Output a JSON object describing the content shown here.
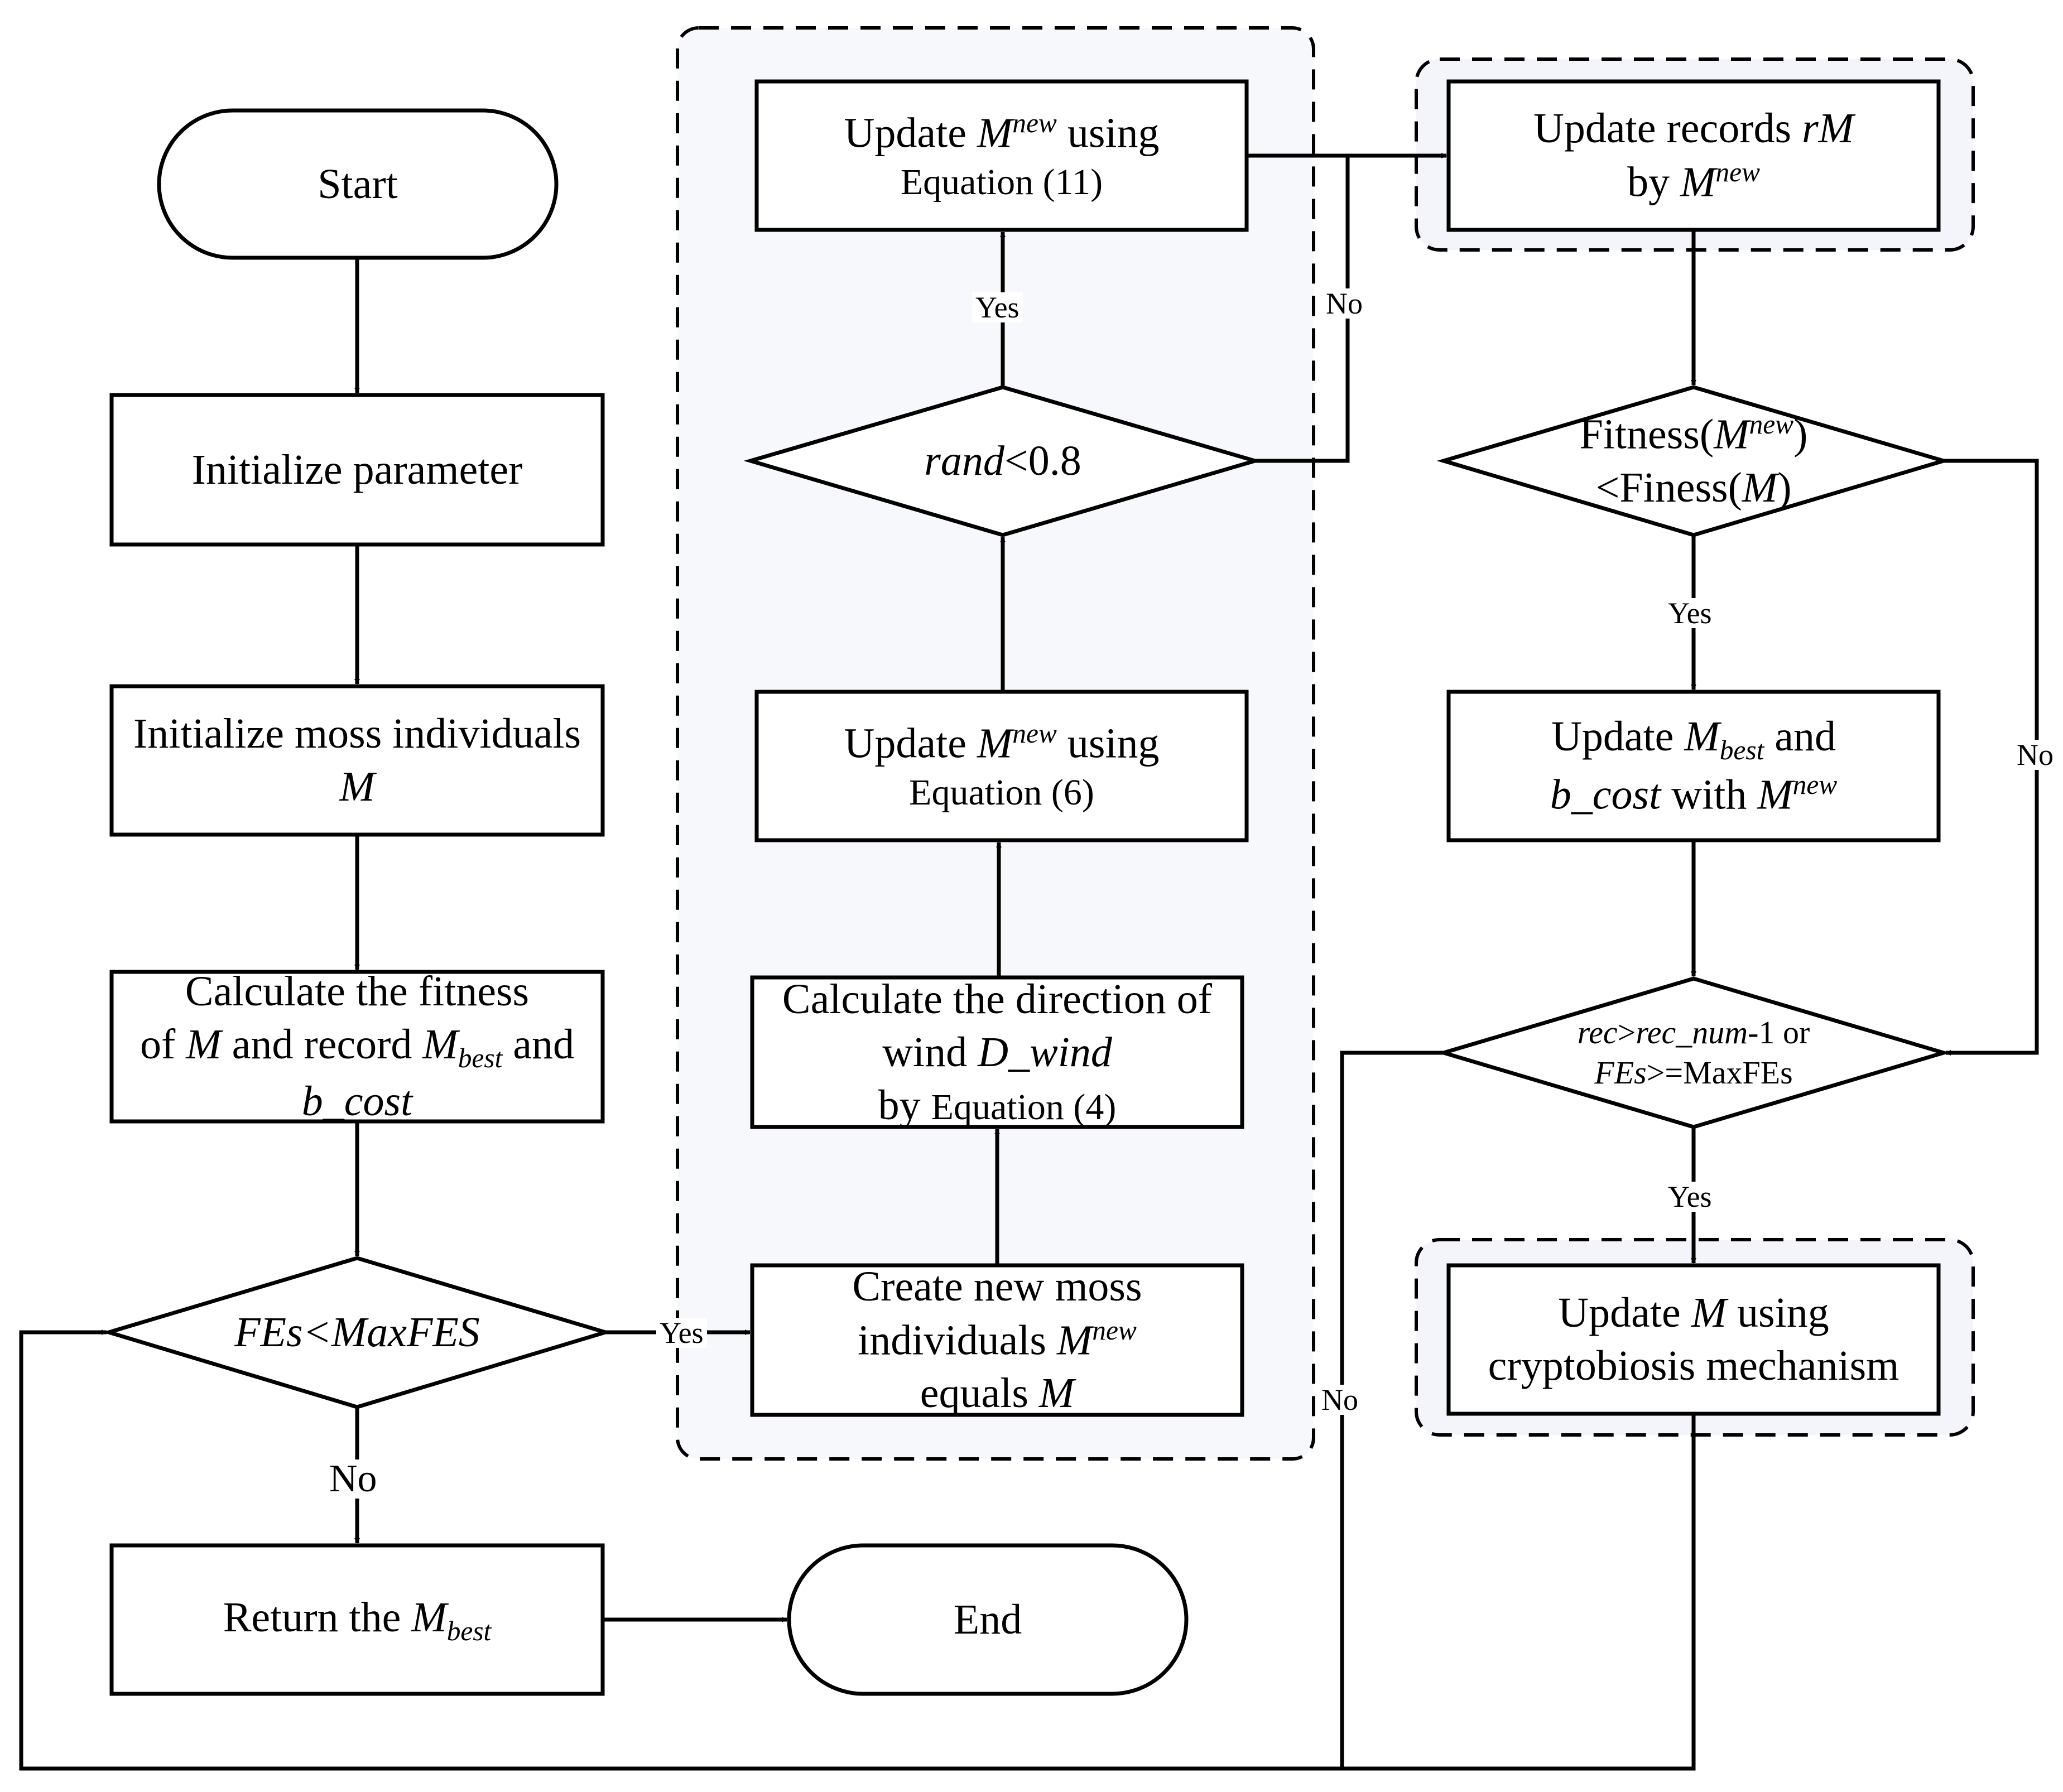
{
  "nodes": {
    "start": "Start",
    "init_param": "Initialize parameter",
    "init_moss_l1": "Initialize moss individuals",
    "init_moss_l2": "M",
    "calc_fit_l1": "Calculate the fitness",
    "calc_fit_l2a": "of",
    "calc_fit_l2b": "M",
    "calc_fit_l2c": "and record",
    "calc_fit_l2d": "M",
    "calc_fit_l2e": "best",
    "calc_fit_l2f": "and",
    "calc_fit_l3": "b_cost",
    "fes_cond": "FEs<MaxFES",
    "return_a": "Return the",
    "return_b": "M",
    "return_c": "best",
    "end": "End",
    "create_l1": "Create new moss",
    "create_l2a": "individuals",
    "create_l2b": "M",
    "create_l2c": "new",
    "create_l3a": "equals",
    "create_l3b": "M",
    "wind_l1": "Calculate the direction of",
    "wind_l2a": "wind",
    "wind_l2b": "D_wind",
    "wind_l3a": "by",
    "wind_l3b": "Equation (4)",
    "upd6_a": "Update",
    "upd6_b": "M",
    "upd6_c": "new",
    "upd6_d": "using",
    "upd6_e": "Equation (6)",
    "rand_a": "rand",
    "rand_b": "<0.8",
    "upd11_a": "Update",
    "upd11_b": "M",
    "upd11_c": "new",
    "upd11_d": "using",
    "upd11_e": "Equation (11)",
    "rec_a": "Update records",
    "rec_b": "rM",
    "rec_c": "by",
    "rec_d": "M",
    "rec_e": "new",
    "fitcmp_a": "Fitness(",
    "fitcmp_b": "M",
    "fitcmp_c": "new",
    "fitcmp_d": ")",
    "fitcmp_e": "<Finess(",
    "fitcmp_f": "M",
    "fitcmp_g": ")",
    "best_a": "Update",
    "best_b": "M",
    "best_c": "best",
    "best_d": "and",
    "best_e": "b_cost",
    "best_f": "with",
    "best_g": "M",
    "best_h": "new",
    "reccond_a": "rec",
    "reccond_b": ">",
    "reccond_c": "rec_num",
    "reccond_d": "-1 or",
    "reccond_e": "FEs",
    "reccond_f": ">=MaxFEs",
    "crypto_a": "Update",
    "crypto_b": "M",
    "crypto_c": "using",
    "crypto_d": "cryptobiosis mechanism"
  },
  "edges": {
    "yes": "Yes",
    "no": "No"
  }
}
